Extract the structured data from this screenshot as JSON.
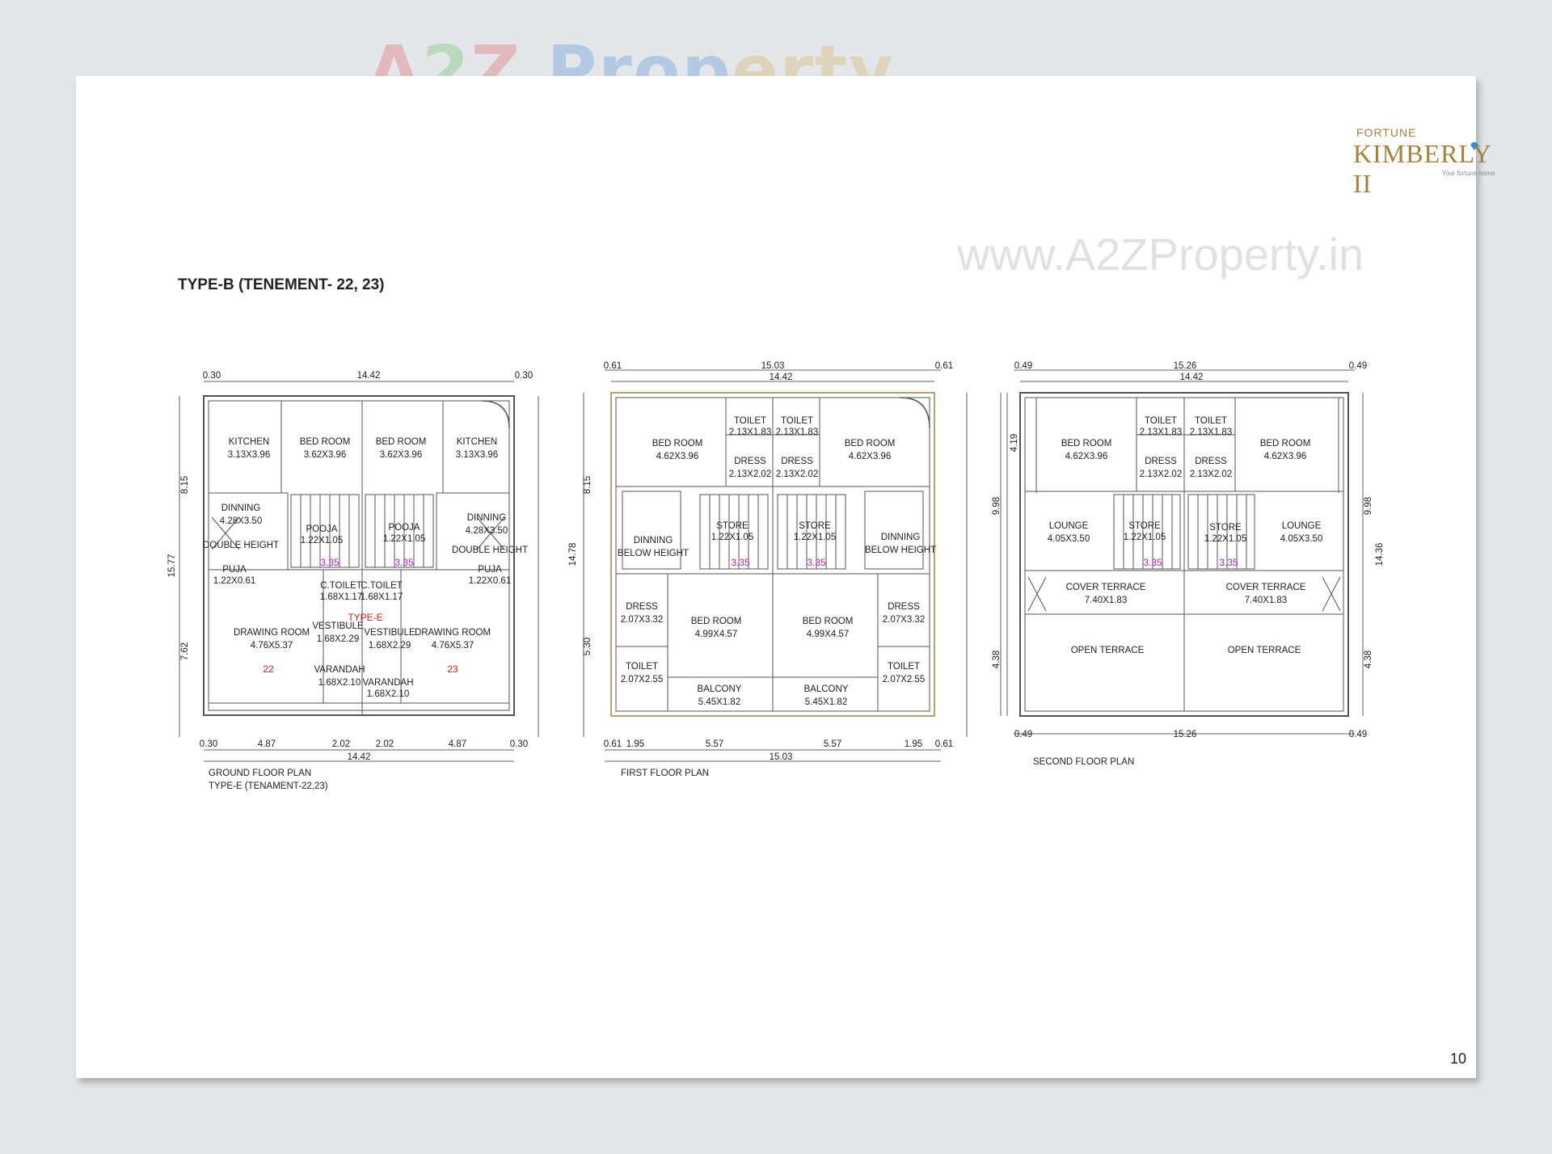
{
  "watermark_top": [
    "A",
    "2",
    "Z",
    " Prop",
    "erty"
  ],
  "watermark_url": "www.A2ZProperty.in",
  "logo": {
    "brand_small": "FORTUNE",
    "brand_big": "KIMBERLY II",
    "tagline": "Your fortune home"
  },
  "title": "TYPE-B (TENEMENT- 22, 23)",
  "page_number": "10",
  "colors": {
    "wall": "#555555",
    "dim": "#333333",
    "magenta": "#c020c0",
    "red": "#d02020"
  },
  "plans": {
    "ground": {
      "caption_1": "GROUND FLOOR PLAN",
      "caption_2": "TYPE-E (TENAMENT-22,23)",
      "top_dims": [
        "0.30",
        "14.42",
        "0.30"
      ],
      "bottom_dims": [
        "0.30",
        "4.87",
        "2.02",
        "2.02",
        "4.87",
        "0.30"
      ],
      "bottom_total": "14.42",
      "left_dims": [
        "8.15",
        "15.77",
        "7.62"
      ],
      "rooms": [
        {
          "name": "KITCHEN",
          "size": "3.13X3.96"
        },
        {
          "name": "BED ROOM",
          "size": "3.62X3.96"
        },
        {
          "name": "BED ROOM",
          "size": "3.62X3.96"
        },
        {
          "name": "KITCHEN",
          "size": "3.13X3.96"
        },
        {
          "name": "DINNING",
          "size": "4.28X3.50"
        },
        {
          "name": "DINNING",
          "size": "4.28X3.50"
        },
        {
          "name": "POOJA",
          "size": "1.22X1.05"
        },
        {
          "name": "POOJA",
          "size": "1.22X1.05"
        },
        {
          "name": "PUJA",
          "size": "1.22X0.61"
        },
        {
          "name": "PUJA",
          "size": "1.22X0.61"
        },
        {
          "name": "C.TOILET",
          "size": "1.68X1.17"
        },
        {
          "name": "C.TOILET",
          "size": "1.68X1.17"
        },
        {
          "name": "DRAWING ROOM",
          "size": "4.76X5.37"
        },
        {
          "name": "DRAWING ROOM",
          "size": "4.76X5.37"
        },
        {
          "name": "VESTIBULE",
          "size": "1.68X2.29"
        },
        {
          "name": "VESTIBULE",
          "size": "1.68X2.29"
        },
        {
          "name": "VARANDAH",
          "size": "1.68X2.10"
        },
        {
          "name": "VARANDAH",
          "size": "1.68X2.10"
        }
      ],
      "double_height": "DOUBLE HEIGHT",
      "type_label": "TYPE-E",
      "unit_left": "22",
      "unit_right": "23",
      "stair_width": "3.35"
    },
    "first": {
      "caption": "FIRST FLOOR PLAN",
      "top_dims": [
        "0.61",
        "15.03",
        "0.61"
      ],
      "top_dims_2": "14.42",
      "bottom_dims": [
        "0.61",
        "1.95",
        "5.57",
        "5.57",
        "1.95",
        "0.61"
      ],
      "bottom_total": "15.03",
      "left_dims": [
        "8.15",
        "14.78",
        "5.30"
      ],
      "rooms": [
        {
          "name": "TOILET",
          "size": "2.13X1.83"
        },
        {
          "name": "TOILET",
          "size": "2.13X1.83"
        },
        {
          "name": "BED ROOM",
          "size": "4.62X3.96"
        },
        {
          "name": "BED ROOM",
          "size": "4.62X3.96"
        },
        {
          "name": "DRESS",
          "size": "2.13X2.02"
        },
        {
          "name": "DRESS",
          "size": "2.13X2.02"
        },
        {
          "name": "STORE",
          "size": "1.22X1.05"
        },
        {
          "name": "STORE",
          "size": "1.22X1.05"
        },
        {
          "name": "DRESS",
          "size": "2.07X3.32"
        },
        {
          "name": "DRESS",
          "size": "2.07X3.32"
        },
        {
          "name": "BED ROOM",
          "size": "4.99X4.57"
        },
        {
          "name": "BED ROOM",
          "size": "4.99X4.57"
        },
        {
          "name": "TOILET",
          "size": "2.07X2.55"
        },
        {
          "name": "TOILET",
          "size": "2.07X2.55"
        },
        {
          "name": "BALCONY",
          "size": "5.45X1.82"
        },
        {
          "name": "BALCONY",
          "size": "5.45X1.82"
        }
      ],
      "dinning_below_1": "DINNING",
      "dinning_below_2": "BELOW HEIGHT",
      "stair_width": "3.35"
    },
    "second": {
      "caption": "SECOND FLOOR PLAN",
      "top_dims": [
        "0.49",
        "15.26",
        "0.49"
      ],
      "top_dims_2": "14.42",
      "bottom_dims": [
        "0.49",
        "15.26",
        "0.49"
      ],
      "left_dims": [
        "4.19",
        "9.98",
        "4.38"
      ],
      "right_dims": [
        "9.98",
        "14.36",
        "4.38"
      ],
      "rooms": [
        {
          "name": "BED ROOM",
          "size": "4.62X3.96"
        },
        {
          "name": "BED ROOM",
          "size": "4.62X3.96"
        },
        {
          "name": "TOILET",
          "size": "2.13X1.83"
        },
        {
          "name": "TOILET",
          "size": "2.13X1.83"
        },
        {
          "name": "DRESS",
          "size": "2.13X2.02"
        },
        {
          "name": "DRESS",
          "size": "2.13X2.02"
        },
        {
          "name": "LOUNGE",
          "size": "4.05X3.50"
        },
        {
          "name": "LOUNGE",
          "size": "4.05X3.50"
        },
        {
          "name": "STORE",
          "size": "1.22X1.05"
        },
        {
          "name": "STORE",
          "size": "1.22X1.05"
        },
        {
          "name": "COVER TERRACE",
          "size": "7.40X1.83"
        },
        {
          "name": "COVER TERRACE",
          "size": "7.40X1.83"
        }
      ],
      "open_terrace": "OPEN TERRACE",
      "stair_width": "3.35"
    }
  }
}
